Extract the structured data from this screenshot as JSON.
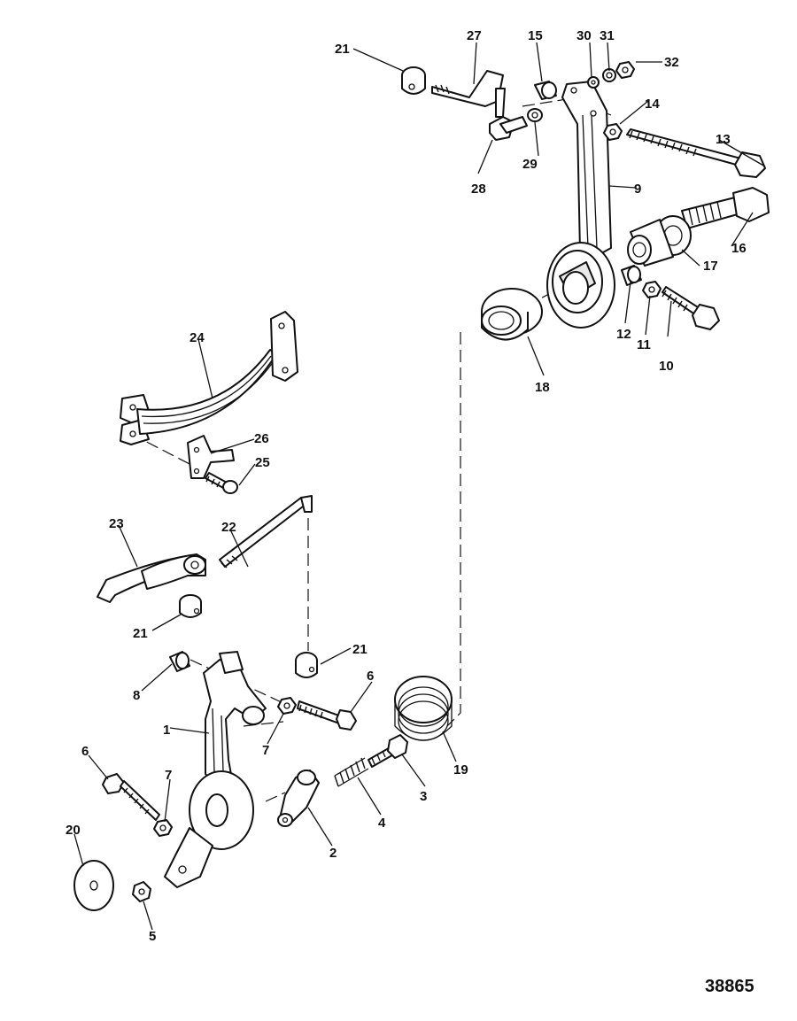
{
  "figure_number": "38865",
  "callouts": {
    "c1": "1",
    "c2": "2",
    "c3": "3",
    "c4": "4",
    "c5": "5",
    "c6a": "6",
    "c6b": "6",
    "c7a": "7",
    "c7b": "7",
    "c8": "8",
    "c9": "9",
    "c10": "10",
    "c11": "11",
    "c12": "12",
    "c13": "13",
    "c14": "14",
    "c15": "15",
    "c16": "16",
    "c17": "17",
    "c18": "18",
    "c19": "19",
    "c20": "20",
    "c21a": "21",
    "c21b": "21",
    "c21c": "21",
    "c22": "22",
    "c23": "23",
    "c24": "24",
    "c25": "25",
    "c26": "26",
    "c27": "27",
    "c28": "28",
    "c29": "29",
    "c30": "30",
    "c31": "31",
    "c32": "32"
  }
}
